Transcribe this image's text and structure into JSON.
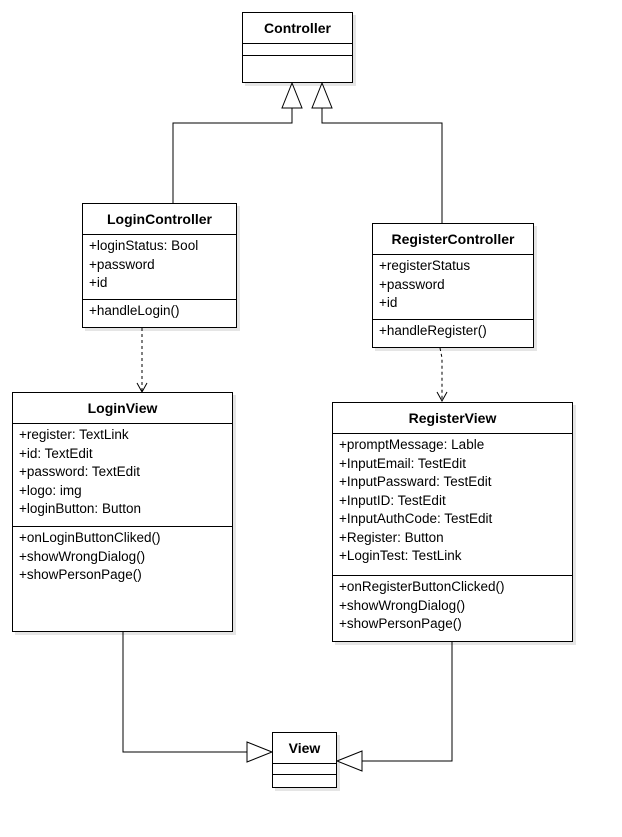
{
  "classes": {
    "controller": {
      "name": "Controller",
      "attributes": [],
      "methods": []
    },
    "login_controller": {
      "name": "LoginController",
      "attributes": [
        "+loginStatus: Bool",
        "+password",
        "+id"
      ],
      "methods": [
        "+handleLogin()"
      ]
    },
    "register_controller": {
      "name": "RegisterController",
      "attributes": [
        "+registerStatus",
        "+password",
        "+id"
      ],
      "methods": [
        "+handleRegister()"
      ]
    },
    "login_view": {
      "name": "LoginView",
      "attributes": [
        "+register: TextLink",
        "+id: TextEdit",
        "+password: TextEdit",
        "+logo: img",
        "+loginButton: Button"
      ],
      "methods": [
        "+onLoginButtonCliked()",
        "+showWrongDialog()",
        "+showPersonPage()"
      ]
    },
    "register_view": {
      "name": "RegisterView",
      "attributes": [
        "+promptMessage: Lable",
        "+InputEmail: TestEdit",
        "+InputPassward: TestEdit",
        "+InputID: TestEdit",
        "+InputAuthCode: TestEdit",
        "+Register: Button",
        "+LoginTest: TestLink"
      ],
      "methods": [
        "+onRegisterButtonClicked()",
        "+showWrongDialog()",
        "+showPersonPage()"
      ]
    },
    "view": {
      "name": "View",
      "attributes": [],
      "methods": []
    }
  },
  "relationships": [
    {
      "type": "generalization",
      "from": "LoginController",
      "to": "Controller"
    },
    {
      "type": "generalization",
      "from": "RegisterController",
      "to": "Controller"
    },
    {
      "type": "dependency",
      "from": "LoginController",
      "to": "LoginView"
    },
    {
      "type": "dependency",
      "from": "RegisterController",
      "to": "RegisterView"
    },
    {
      "type": "generalization",
      "from": "LoginView",
      "to": "View"
    },
    {
      "type": "generalization",
      "from": "RegisterView",
      "to": "View"
    }
  ]
}
